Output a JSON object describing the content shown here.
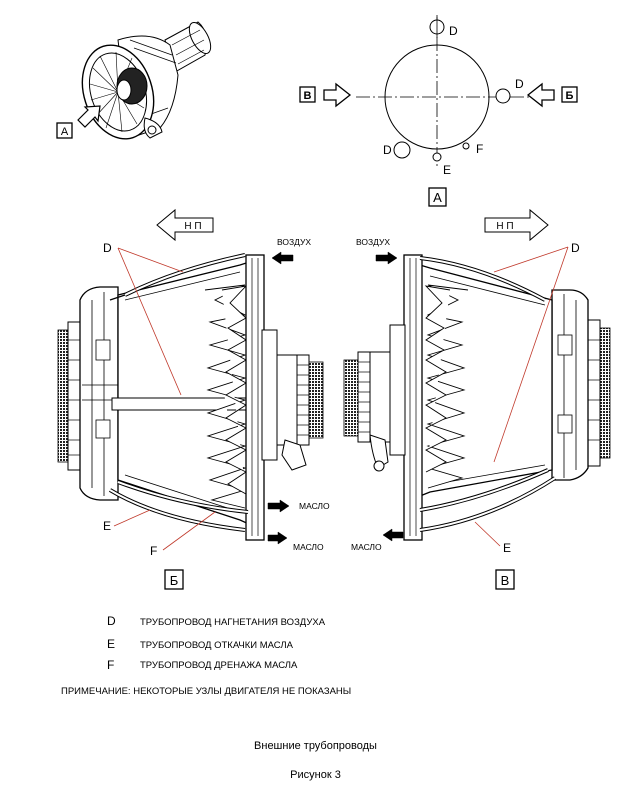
{
  "view_a": {
    "box_label": "A",
    "arrow_left_label": "B",
    "arrow_right_label": "Б",
    "circle_labels": {
      "d_top": "D",
      "d_right": "D",
      "d_left": "D",
      "e": "E",
      "f": "F"
    }
  },
  "engine_inset": {
    "box_label": "A"
  },
  "left_view": {
    "np": "Н П",
    "air": "ВОЗДУХ",
    "oil1": "МАСЛО",
    "oil2": "МАСЛО",
    "d": "D",
    "e": "E",
    "f": "F",
    "box_label": "Б"
  },
  "right_view": {
    "np": "Н П",
    "air": "ВОЗДУХ",
    "oil": "МАСЛО",
    "d": "D",
    "e": "E",
    "box_label": "В"
  },
  "legend": [
    {
      "letter": "D",
      "text": "ТРУБОПРОВОД НАГНЕТАНИЯ ВОЗДУХА"
    },
    {
      "letter": "E",
      "text": "ТРУБОПРОВОД ОТКАЧКИ МАСЛА"
    },
    {
      "letter": "F",
      "text": "ТРУБОПРОВОД ДРЕНАЖА МАСЛА"
    }
  ],
  "note": "ПРИМЕЧАНИЕ: НЕКОТОРЫЕ УЗЛЫ ДВИГАТЕЛЯ НЕ ПОКАЗАНЫ",
  "caption": "Внешние трубопроводы",
  "figure": "Рисунок 3"
}
